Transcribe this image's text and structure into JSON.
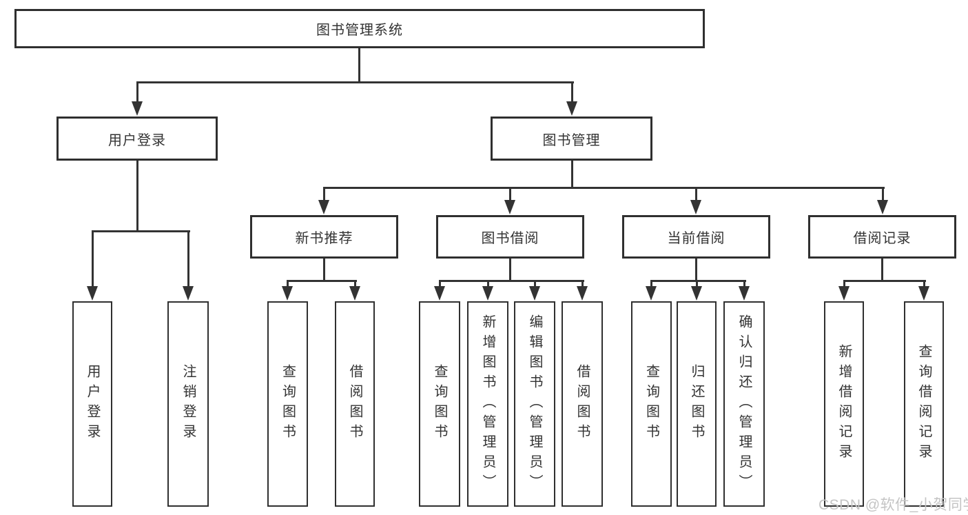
{
  "tree": {
    "root": {
      "label": "图书管理系统"
    },
    "level2": [
      {
        "label": "用户登录",
        "children": [
          "用户登录",
          "注销登录"
        ]
      },
      {
        "label": "图书管理",
        "children": [
          {
            "label": "新书推荐",
            "children": [
              "查询图书",
              "借阅图书"
            ]
          },
          {
            "label": "图书借阅",
            "children": [
              "查询图书",
              "新增图书（管理员）",
              "编辑图书（管理员）",
              "借阅图书"
            ]
          },
          {
            "label": "当前借阅",
            "children": [
              "查询图书",
              "归还图书",
              "确认归还（管理员）"
            ]
          },
          {
            "label": "借阅记录",
            "children": [
              "新增借阅记录",
              "查询借阅记录"
            ]
          }
        ]
      }
    ]
  },
  "watermark": {
    "text": "CSDN @软件_小贺同学",
    "color": "#c4c4c4"
  },
  "colors": {
    "line": "#333333",
    "border": "#2f2f2f",
    "text": "#333333",
    "background": "#ffffff"
  }
}
